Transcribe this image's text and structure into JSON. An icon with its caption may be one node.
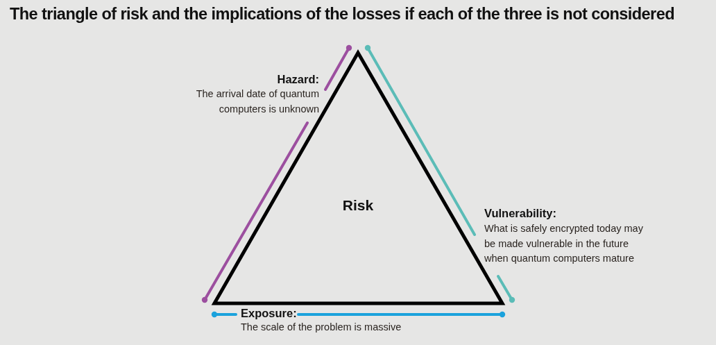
{
  "diagram": {
    "title": "The triangle of risk and the implications of the losses if each of the three is not considered",
    "nodes": [
      {
        "text": [
          "Risk"
        ],
        "beside": [
          "Hazard:",
          "The arrival date of quantum computers is unknown",
          "Vulnerability:",
          "What is safely encrypted today may be made vulnerable in the future when quantum computers mature",
          "Exposure:",
          "The scale of the problem is massive"
        ]
      }
    ]
  }
}
